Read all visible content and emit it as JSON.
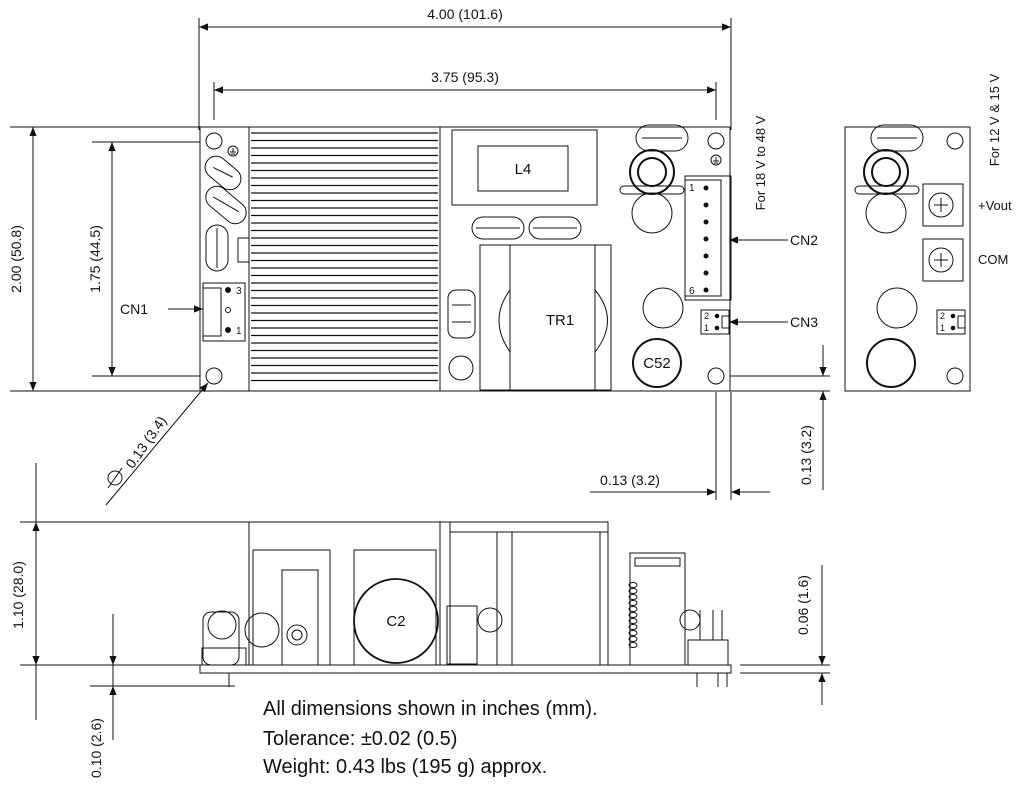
{
  "dimensions": {
    "overall_width": "4.00 (101.6)",
    "mount_spacing_x": "3.75 (95.3)",
    "overall_height": "2.00 (50.8)",
    "mount_spacing_y": "1.75 (44.5)",
    "hole_diameter": "0.13 (3.4)",
    "hole_offset_x": "0.13 (3.2)",
    "hole_offset_y": "0.13 (3.2)",
    "profile_height": "1.10 (28.0)",
    "pin_length": "0.10 (2.6)",
    "standoff": "0.06 (1.6)"
  },
  "labels": {
    "cn1": "CN1",
    "cn2": "CN2",
    "cn3": "CN3",
    "l4": "L4",
    "tr1": "TR1",
    "c52": "C52",
    "c2": "C2",
    "vout": "+Vout",
    "com": "COM",
    "variant_main": "For 18 V to 48 V",
    "variant_alt": "For 12 V & 15 V",
    "cn1_pin_top": "3",
    "cn1_pin_bottom": "1",
    "cn2_pin_top": "1",
    "cn2_pin_bottom": "6",
    "cn3_pin_top": "2",
    "cn3_pin_bottom": "1",
    "alt_pin_top": "2",
    "alt_pin_bottom": "1"
  },
  "notes": {
    "line1": "All dimensions shown in inches (mm).",
    "line2": "Tolerance: ±0.02 (0.5)",
    "line3": "Weight: 0.43 lbs (195 g) approx."
  }
}
